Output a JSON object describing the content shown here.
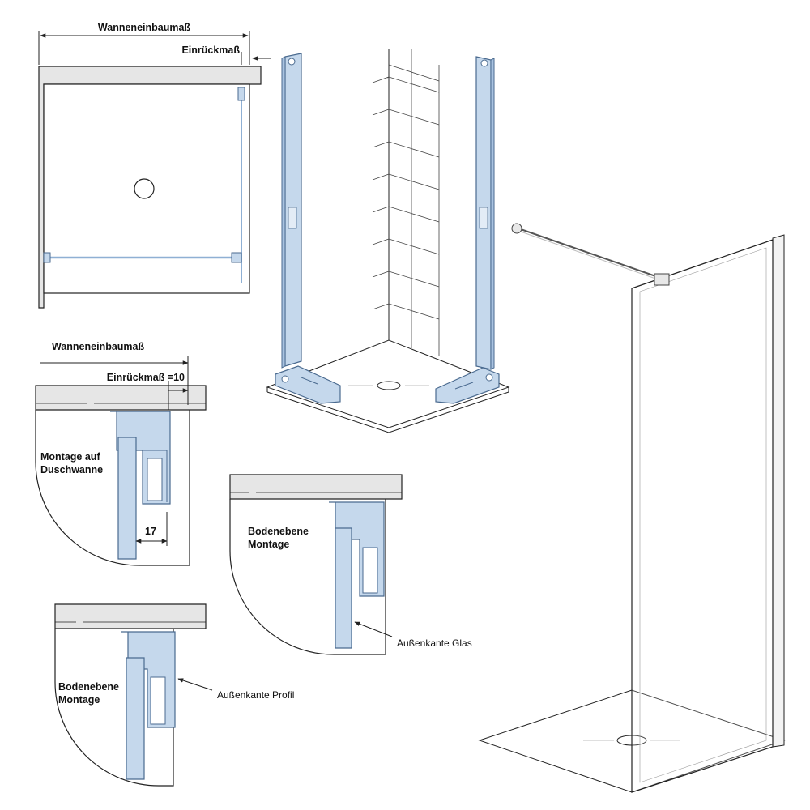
{
  "labels": {
    "top_width": "Wanneneinbaumaß",
    "top_inset": "Einrückmaß",
    "detail_width": "Wanneneinbaumaß",
    "detail_inset": "Einrückmaß =10",
    "detail_tray_line1": "Montage auf",
    "detail_tray_line2": "Duschwanne",
    "detail_dim": "17",
    "detail_floor_a_line1": "Bodenebene",
    "detail_floor_a_line2": "Montage",
    "glass_edge": "Außenkante Glas",
    "detail_floor_b_line1": "Bodenebene",
    "detail_floor_b_line2": "Montage",
    "profile_edge": "Außenkante Profil"
  },
  "colors": {
    "line": "#222222",
    "wall_fill": "#e6e6e6",
    "profile_blue": "#c5d8ec",
    "profile_stroke": "#4a6a8f",
    "glass_line": "#8fb0d4"
  }
}
